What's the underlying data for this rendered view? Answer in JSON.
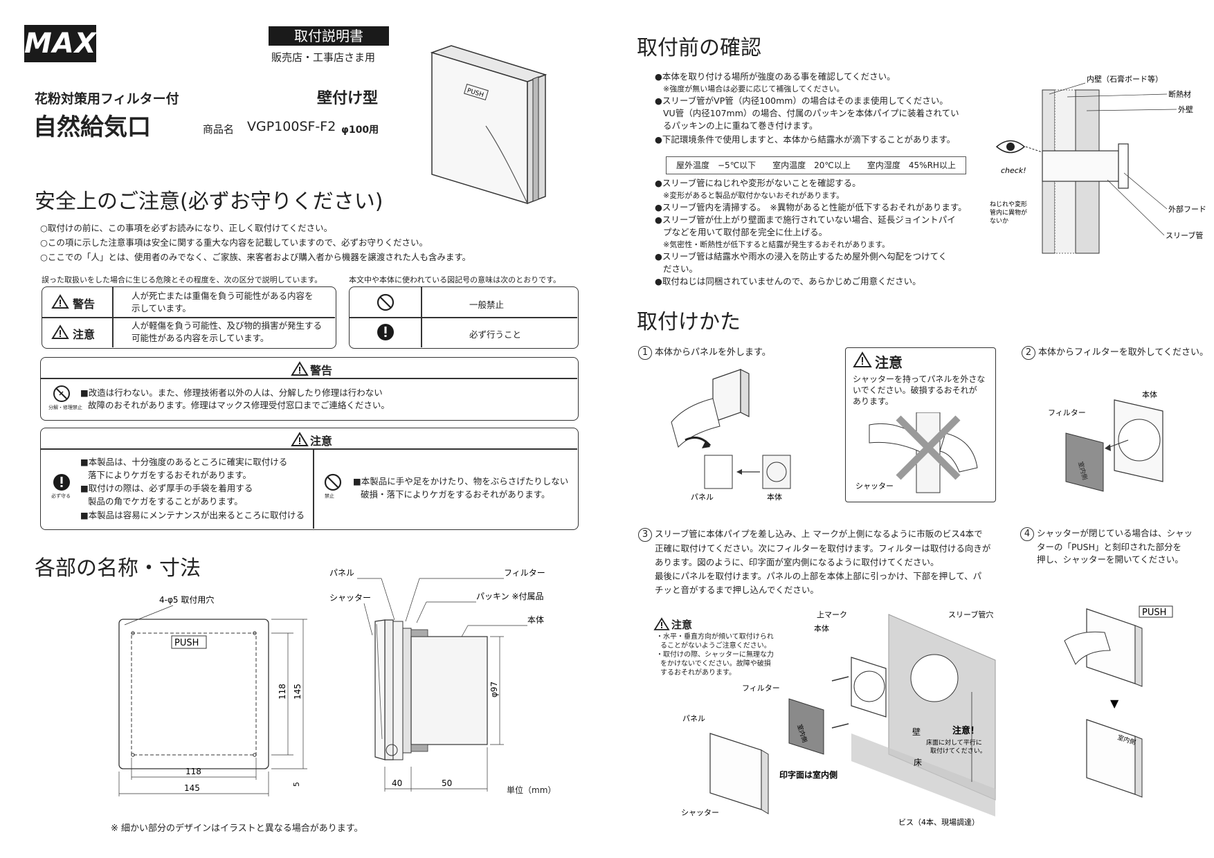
{
  "left": {
    "logo": "MAX",
    "badge": "取付説明書",
    "audience": "販売店・工事店さま用",
    "subtitle": "花粉対策用フィルター付",
    "title": "自然給気口",
    "type": "壁付け型",
    "model_label": "商品名",
    "model": "VGP100SF-F2",
    "model_size": "φ100用",
    "safety": {
      "heading": "安全上のご注意(必ずお守りください)",
      "intro": [
        "○取付けの前に、この事項を必ずお読みになり、正しく取付けてください。",
        "○この項に示した注意事項は安全に関する重大な内容を記載していますので、必ずお守りください。",
        "○ここでの「人」とは、使用者のみでなく、ご家族、来客者および購入者から機器を譲渡された人も含みます。"
      ],
      "class_note": "誤った取扱いをした場合に生じる危険とその程度を、次の区分で説明しています。",
      "symbol_note": "本文中や本体に使われている図記号の意味は次のとおりです。",
      "warning_label": "警告",
      "warning_desc": [
        "人が死亡または重傷を負う可能性がある内容を",
        "示しています。"
      ],
      "caution_label": "注意",
      "caution_desc": [
        "人が軽傷を負う可能性、及び物的損害が発生する",
        "可能性がある内容を示しています。"
      ],
      "prohibited_label": "一般禁止",
      "mandatory_label": "必ず行うこと",
      "warning_box": {
        "title": "警告",
        "icon_caption": "分解・修理禁止",
        "lines": [
          "■改造は行わない。また、修理技術者以外の人は、分解したり修理は行わない",
          "故障のおそれがあります。修理はマックス修理受付窓口までご連絡ください。"
        ]
      },
      "caution_box": {
        "title": "注意",
        "left_icon_caption": "必ず守る",
        "left_lines": [
          "■本製品は、十分強度のあるところに確実に取付ける",
          "落下によりケガをするおそれがあります。",
          "■取付けの際は、必ず厚手の手袋を着用する",
          "製品の角でケガをすることがあります。",
          "■本製品は容易にメンテナンスが出来るところに取付ける"
        ],
        "right_icon_caption": "禁止",
        "right_lines": [
          "■本製品に手や足をかけたり、物をぶらさげたりしない",
          "破損・落下によりケガをするおそれがあります。"
        ]
      }
    },
    "parts": {
      "heading": "各部の名称・寸法",
      "hole_label": "4-φ5 取付用穴",
      "push": "PUSH",
      "dim_118_v": "118",
      "dim_145_v": "145",
      "dim_118_h": "118",
      "dim_145_h": "145",
      "dim_5": "5",
      "panel": "パネル",
      "shutter": "シャッター",
      "filter": "フィルター",
      "packing": "パッキン ※付属品",
      "body": "本体",
      "dim_97": "φ97",
      "dim_40": "40",
      "dim_50": "50",
      "unit": "単位（mm）",
      "footnote": "※ 細かい部分のデザインはイラストと異なる場合があります。"
    }
  },
  "right": {
    "check": {
      "heading": "取付前の確認",
      "lines": [
        {
          "text": "●本体を取り付ける場所が強度のある事を確認してください。",
          "small": false
        },
        {
          "text": "※強度が無い場合は必要に応じて補強してください。",
          "small": true
        },
        {
          "text": "●スリーブ管がVP管（内径100mm）の場合はそのまま使用してください。",
          "small": false
        },
        {
          "text": "VU管（内径107mm）の場合、付属のパッキンを本体パイプに装着されてい",
          "small": false
        },
        {
          "text": "るパッキンの上に重ねて巻き付けます。",
          "small": false
        },
        {
          "text": "●下記環境条件で使用しますと、本体から結露水が滴下することがあります。",
          "small": false
        }
      ],
      "env": "屋外温度　−5℃以下　　室内温度　20℃以上　　室内湿度　45%RH以上",
      "lines2": [
        {
          "text": "●スリーブ管にねじれや変形がないことを確認する。",
          "small": false
        },
        {
          "text": "※変形があると製品が取付かないおそれがあります。",
          "small": true
        },
        {
          "text": "●スリーブ管内を清掃する。　※異物があると性能が低下するおそれがあります。",
          "small": false
        },
        {
          "text": "●スリーブ管が仕上がり壁面まで施行されていない場合、延長ジョイントパイ",
          "small": false
        },
        {
          "text": "プなどを用いて取付部を完全に仕上げる。",
          "small": false
        },
        {
          "text": "※気密性・断熱性が低下すると結露が発生するおそれがあります。",
          "small": true
        },
        {
          "text": "●スリーブ管は結露水や雨水の浸入を防止するため屋外側へ勾配をつけてく",
          "small": false
        },
        {
          "text": "ださい。",
          "small": false
        },
        {
          "text": "●取付ねじは同梱されていませんので、あらかじめご用意ください。",
          "small": false
        }
      ],
      "diagram": {
        "inner_wall": "内壁（石膏ボード等）",
        "insulation": "断熱材",
        "outer_wall": "外壁",
        "outer_hood": "外部フード",
        "sleeve": "スリーブ管",
        "check": "check!",
        "note": [
          "ねじれや変形",
          "管内に異物が",
          "ないか"
        ]
      }
    },
    "install": {
      "heading": "取付けかた",
      "step1": {
        "num": "1",
        "text": "本体からパネルを外します。",
        "panel": "パネル",
        "body": "本体"
      },
      "caution": {
        "title": "注意",
        "lines": [
          "シャッターを持ってパネルを外さな",
          "いでください。破損するおそれが",
          "あります。"
        ],
        "shutter": "シャッター"
      },
      "step2": {
        "num": "2",
        "text": "本体からフィルターを取外してください。",
        "body": "本体",
        "filter": "フィルター",
        "filter_print": "室内側"
      },
      "step3": {
        "num": "3",
        "lines": [
          "スリーブ管に本体パイプを差し込み、上 マークが上側になるように市販のビス4本で",
          "正確に取付けてください。次にフィルターを取付けます。フィルターは取付ける向きが",
          "あります。図のように、印字面が室内側になるように取付けてください。",
          "最後にパネルを取付けます。パネルの上部を本体上部に引っかけ、下部を押して、パ",
          "チッと音がするまで押し込んでください。"
        ],
        "caution_title": "注意",
        "caution_lines": [
          "・水平・垂直方向が傾いて取付けられ",
          "ることがないようご注意ください。",
          "・取付けの際、シャッターに無理な力",
          "をかけないでください。故障や破損",
          "するおそれがあります。"
        ],
        "up_mark": "上マーク",
        "body": "本体",
        "filter": "フィルター",
        "panel": "パネル",
        "shutter": "シャッター",
        "sleeve_hole": "スリーブ管穴",
        "wall": "壁",
        "floor": "床",
        "attention": "注意！",
        "attention_sub": [
          "床面に対して平行に",
          "取付けてください。"
        ],
        "print_side": "印字面は室内側",
        "filter_print": "室内側",
        "screws": "ビス（4本、現場調達）"
      },
      "step4": {
        "num": "4",
        "lines": [
          "シャッターが閉じている場合は、シャッ",
          "ターの「PUSH」と刻印された部分を",
          "押し、シャッターを開いてください。"
        ],
        "push": "PUSH",
        "arrow": "▼",
        "print": "室内側"
      }
    }
  }
}
